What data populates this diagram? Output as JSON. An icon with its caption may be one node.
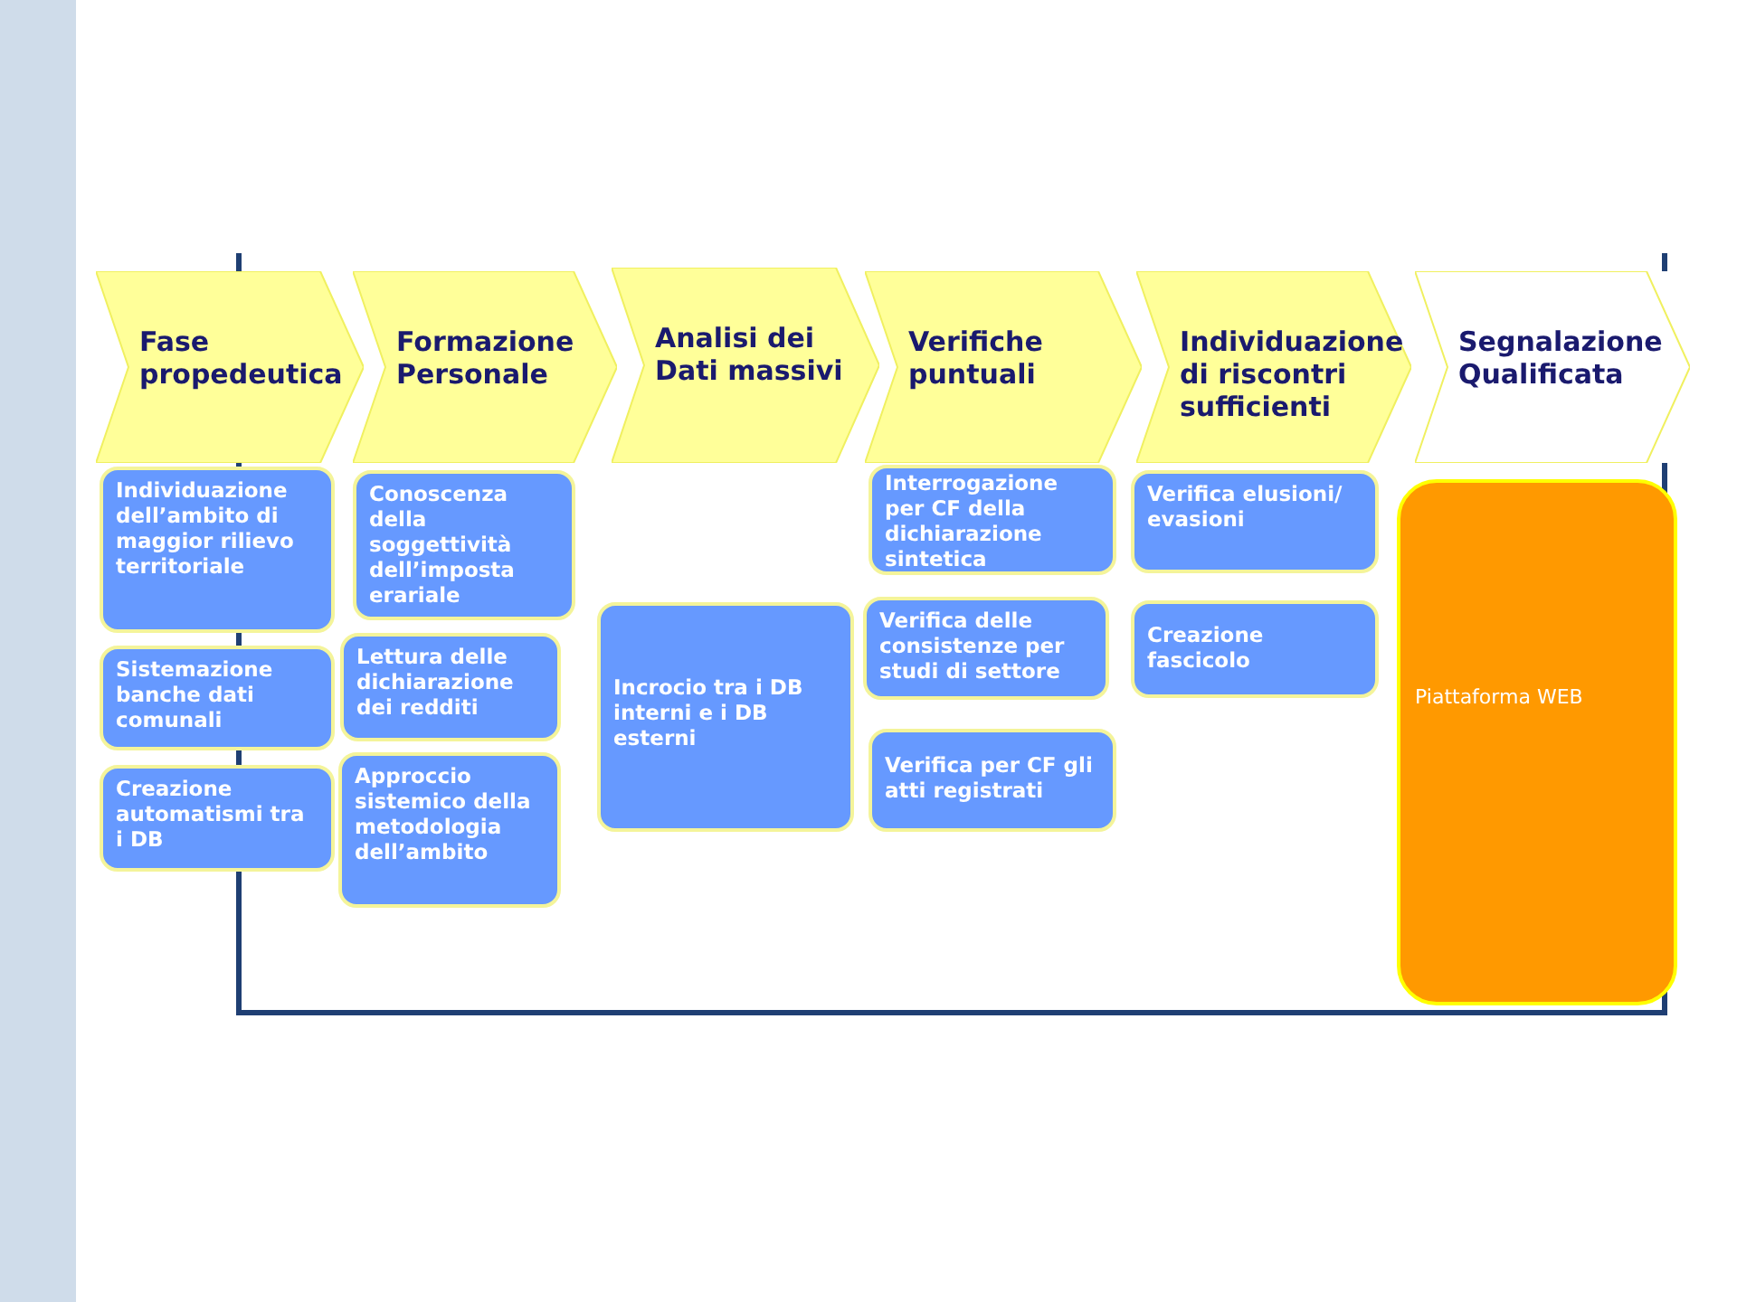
{
  "diagram": {
    "nodes": [
      {
        "text": [
          "Fase propedeutica"
        ]
      },
      {
        "text": [
          "Formazione Personale"
        ]
      },
      {
        "text": [
          "Analisi dei Dati massivi"
        ]
      },
      {
        "text": [
          "Verifiche puntuali"
        ]
      },
      {
        "text": [
          "Individuazione di riscontri sufficienti"
        ]
      },
      {
        "text": [
          "Segnalazione Qualificata"
        ]
      },
      {
        "text": [
          "Individuazione dell’ambito di maggior rilievo territoriale"
        ]
      },
      {
        "text": [
          "Sistemazione banche dati comunali"
        ]
      },
      {
        "text": [
          "Creazione automatismi tra i DB"
        ]
      },
      {
        "text": [
          "Conoscenza della soggettività dell’imposta erariale"
        ]
      },
      {
        "text": [
          "Lettura delle dichiarazione dei redditi"
        ]
      },
      {
        "text": [
          "Approccio sistemico della metodologia dell’ambito"
        ]
      },
      {
        "text": [
          "Incrocio tra i DB interni e i DB esterni"
        ]
      },
      {
        "text": [
          "Interrogazione per CF della dichiarazione sintetica"
        ]
      },
      {
        "text": [
          "Verifica delle consistenze per studi di settore"
        ]
      },
      {
        "text": [
          "Verifica per CF gli atti registrati"
        ]
      },
      {
        "text": [
          "Verifica elusioni/ evasioni"
        ]
      },
      {
        "text": [
          "Creazione fascicolo"
        ]
      },
      {
        "text": [
          "Piattaforma WEB"
        ]
      }
    ]
  }
}
